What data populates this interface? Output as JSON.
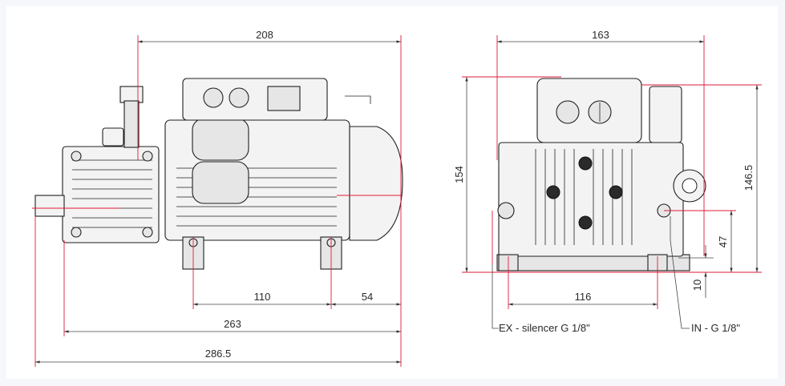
{
  "drawing": {
    "side_view": {
      "dims": {
        "overall_width_top": "208",
        "foot_spacing": "110",
        "foot_offset": "54",
        "length_263": "263",
        "length_286": "286.5"
      }
    },
    "end_view": {
      "dims": {
        "width": "163",
        "height_left": "154",
        "height_right": "146.5",
        "foot_spacing": "116",
        "port_height": "47",
        "base_offset": "10"
      },
      "callouts": {
        "exhaust": "EX - silencer G 1/8\"",
        "inlet": "IN - G 1/8\""
      }
    }
  }
}
